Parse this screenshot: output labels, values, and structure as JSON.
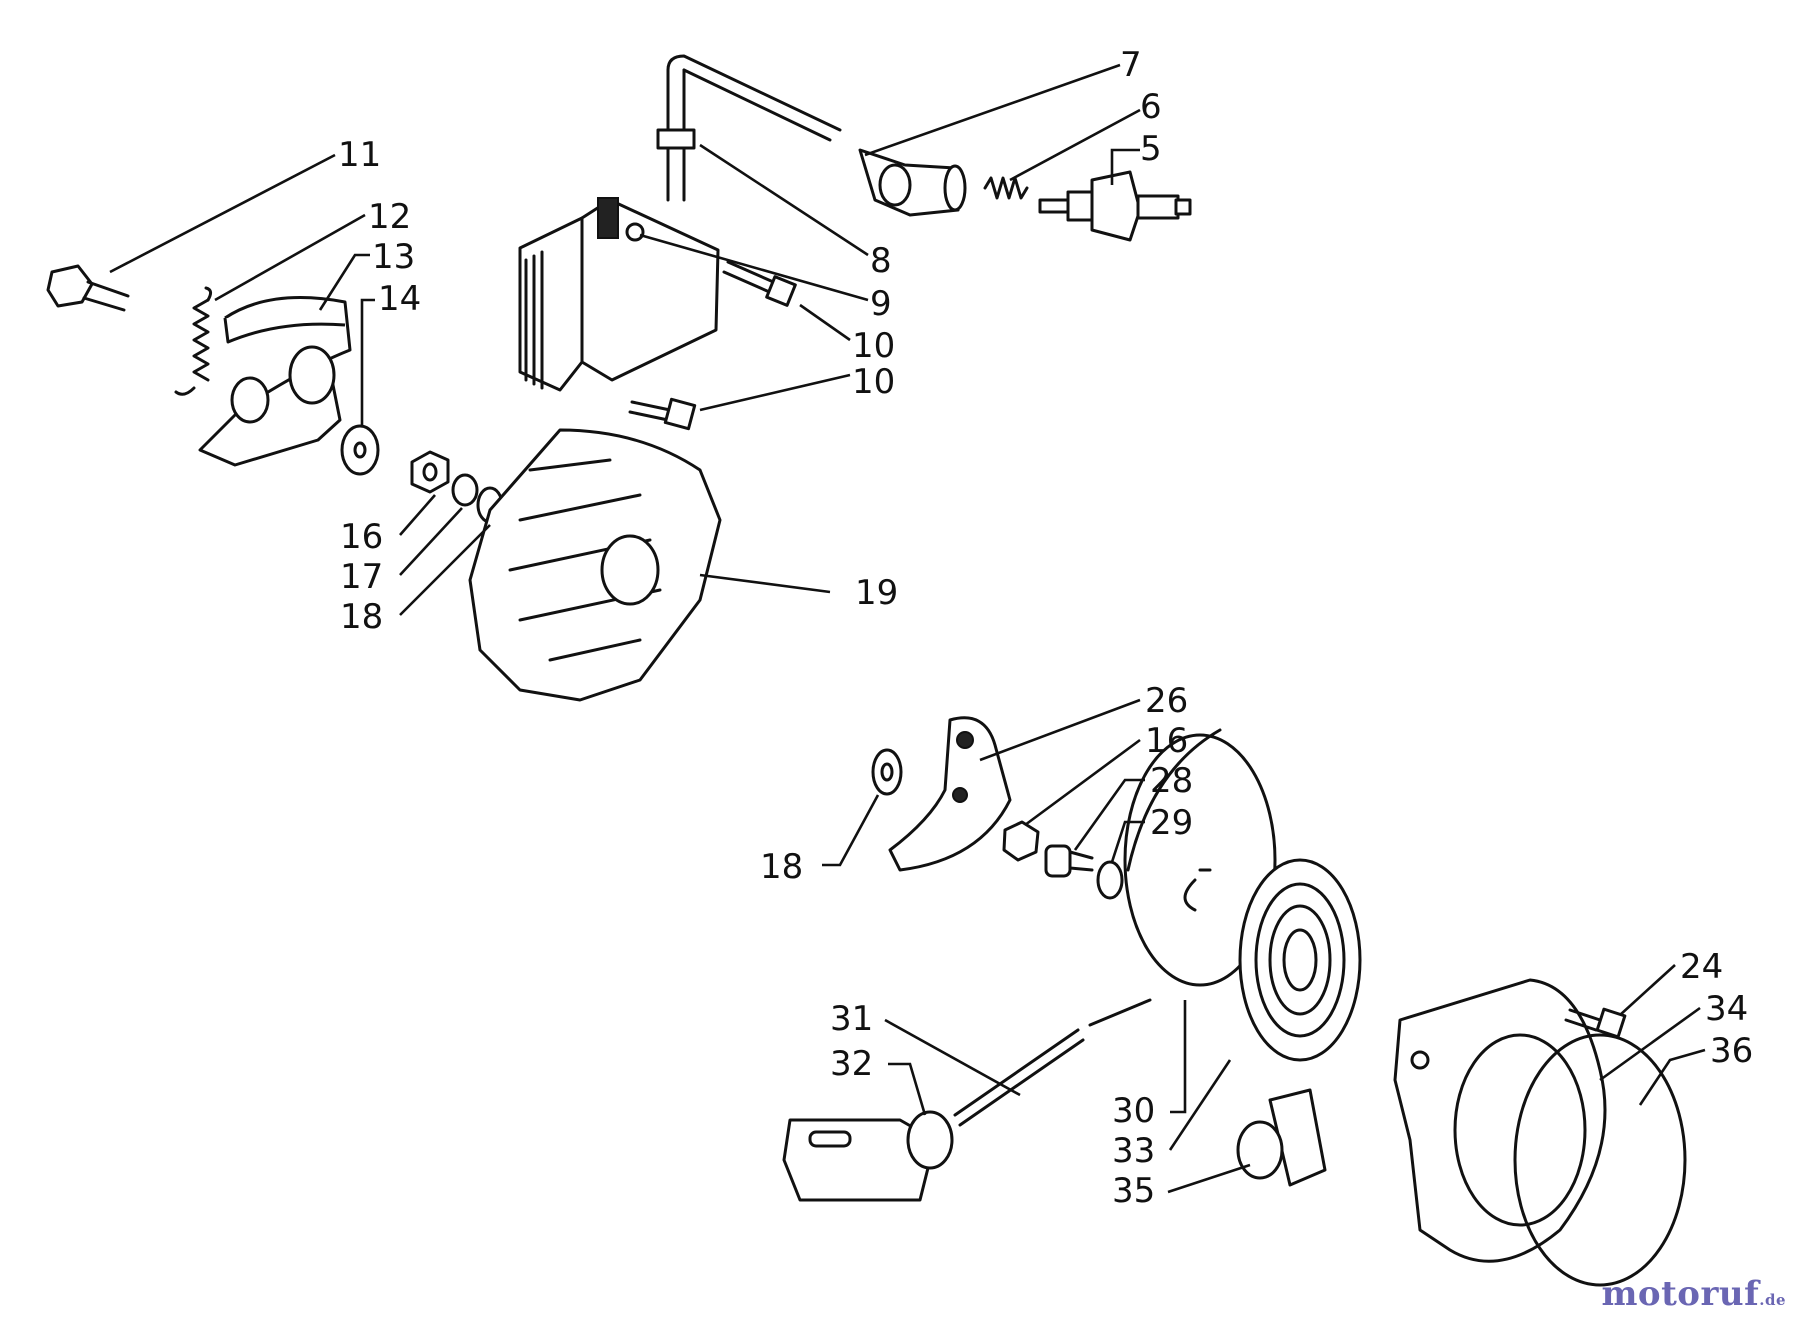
{
  "callouts": {
    "c5": "5",
    "c6": "6",
    "c7": "7",
    "c8": "8",
    "c9": "9",
    "c10a": "10",
    "c10b": "10",
    "c11": "11",
    "c12": "12",
    "c13": "13",
    "c14": "14",
    "c16a": "16",
    "c17": "17",
    "c18a": "18",
    "c19": "19",
    "c26": "26",
    "c16b": "16",
    "c28": "28",
    "c29": "29",
    "c18b": "18",
    "c24": "24",
    "c34": "34",
    "c36": "36",
    "c31": "31",
    "c32": "32",
    "c30": "30",
    "c33": "33",
    "c35": "35"
  },
  "watermark": {
    "text": "motoruf",
    "suffix": ".de"
  }
}
